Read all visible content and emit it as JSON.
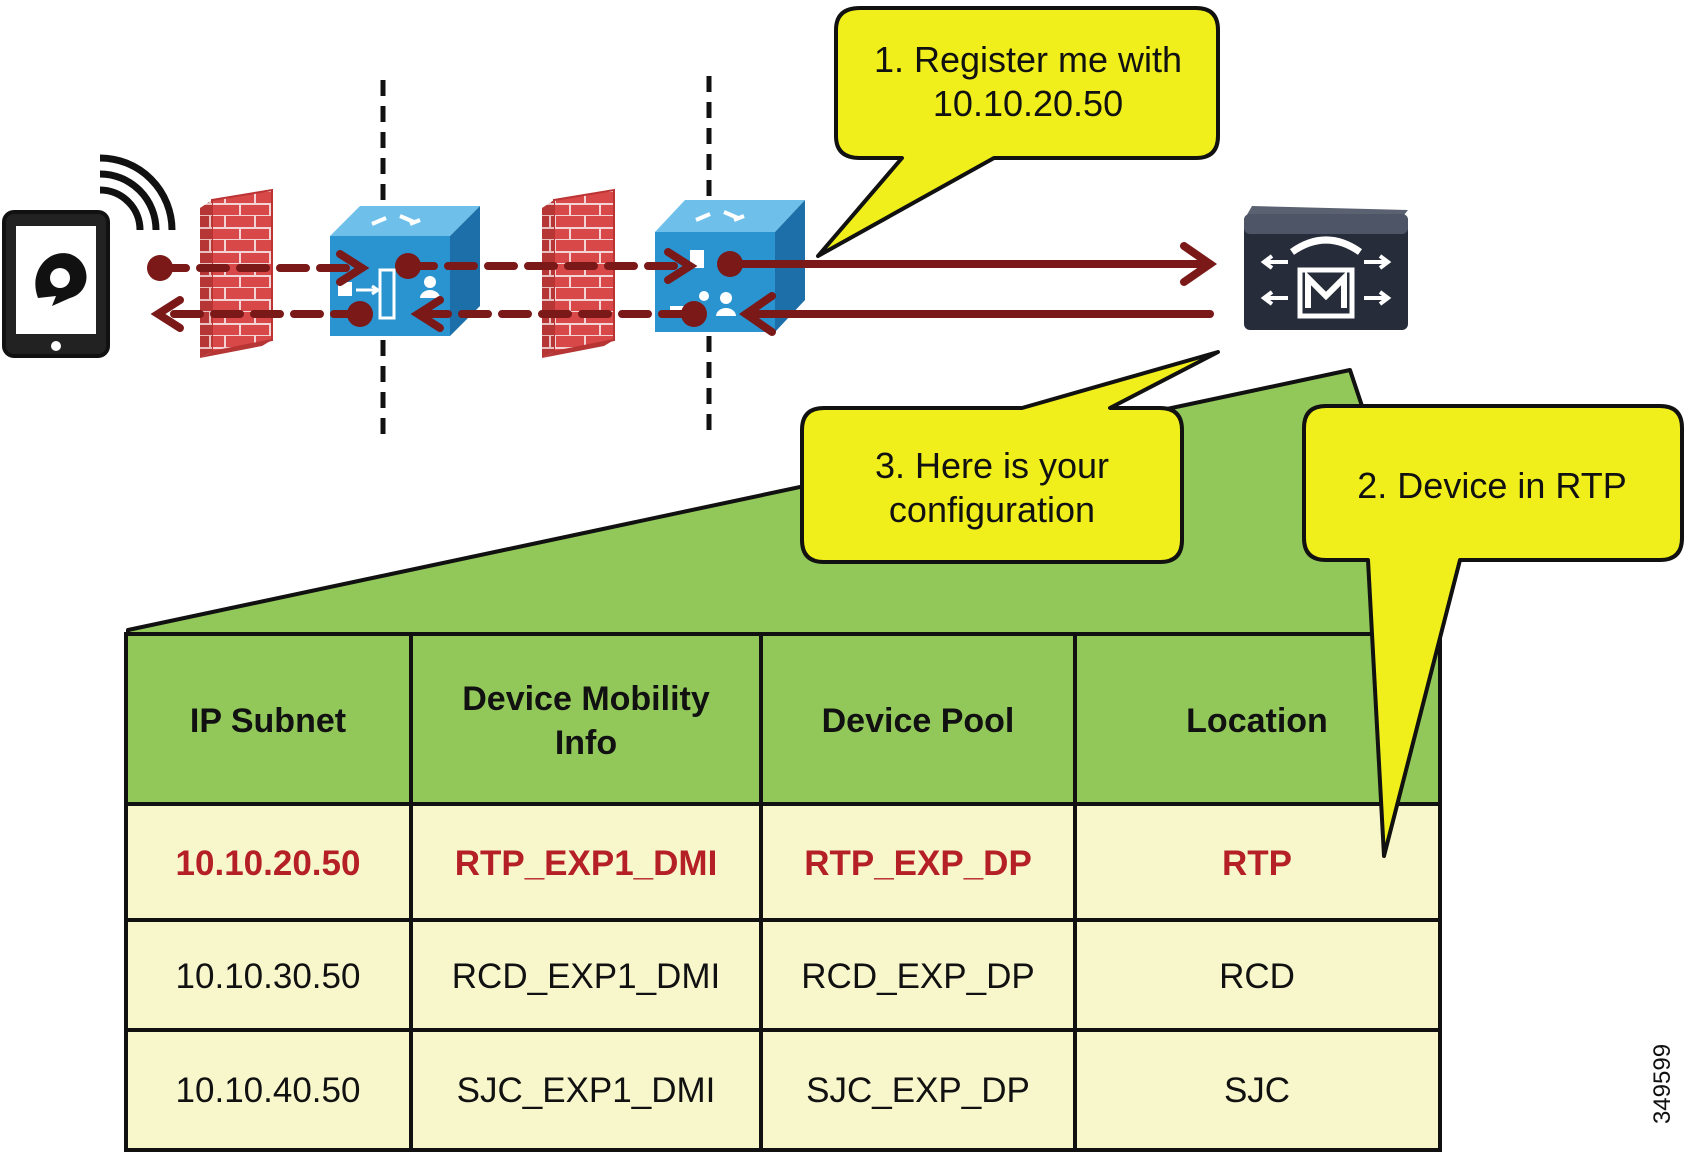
{
  "callouts": {
    "register_line1": "1. Register me with",
    "register_line2": "10.10.20.50",
    "config_line1": "3. Here is your",
    "config_line2": "configuration",
    "device_in": "2. Device in RTP"
  },
  "icons": {
    "phone": "mobile-jabber-tablet-icon",
    "firewall": "firewall-icon",
    "expressway": "expressway-router-icon",
    "cucm": "unified-cm-server-icon"
  },
  "table": {
    "headers": {
      "subnet": "IP Subnet",
      "dmi_line1": "Device Mobility",
      "dmi_line2": "Info",
      "pool": "Device Pool",
      "location": "Location"
    },
    "rows": [
      {
        "subnet": "10.10.20.50",
        "dmi": "RTP_EXP1_DMI",
        "pool": "RTP_EXP_DP",
        "location": "RTP"
      },
      {
        "subnet": "10.10.30.50",
        "dmi": "RCD_EXP1_DMI",
        "pool": "RCD_EXP_DP",
        "location": "RCD"
      },
      {
        "subnet": "10.10.40.50",
        "dmi": "SJC_EXP1_DMI",
        "pool": "SJC_EXP_DP",
        "location": "SJC"
      }
    ]
  },
  "figure_id": "349599",
  "colors": {
    "arrow": "#7b1818",
    "callout_fill": "#f0ef1c",
    "table_green": "#92c85a",
    "row_fill": "#f8f7cc",
    "highlight_text": "#b52026",
    "cube_blue": "#2a94d0",
    "firewall_red": "#d94848"
  }
}
